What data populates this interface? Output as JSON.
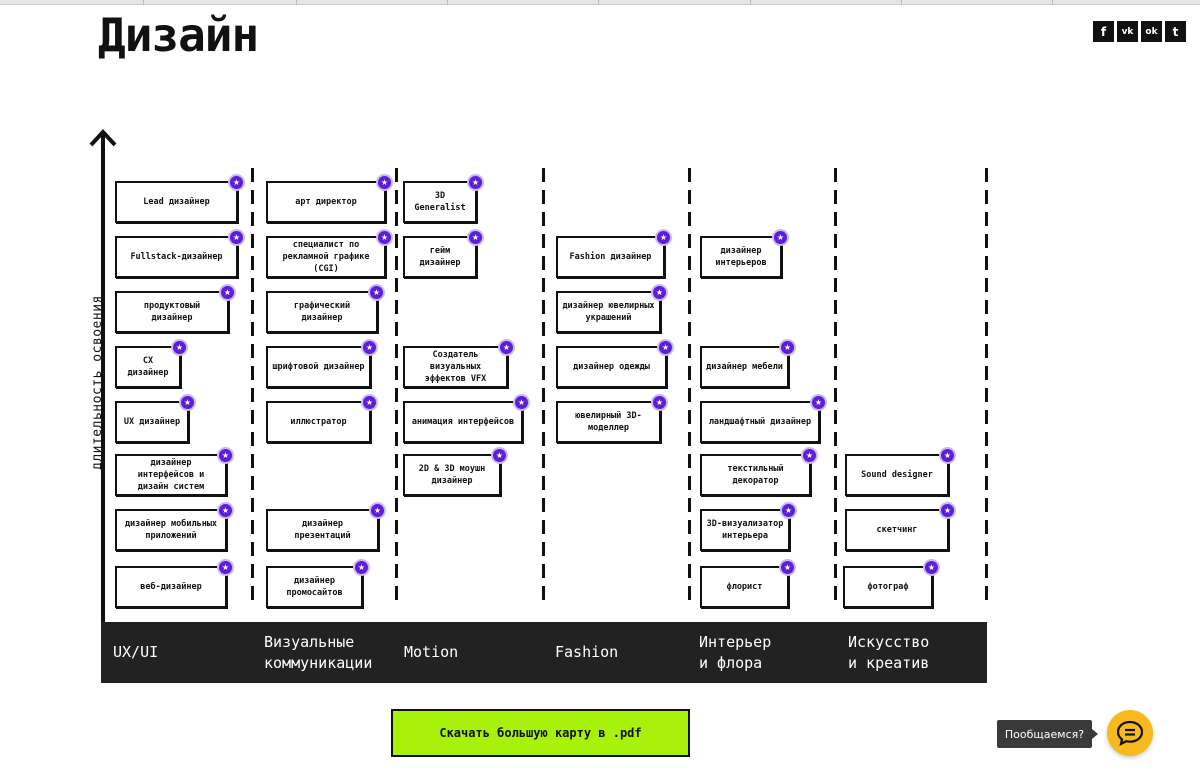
{
  "page": {
    "title": "Дизайн"
  },
  "social": [
    {
      "name": "facebook",
      "glyph": "f"
    },
    {
      "name": "vk",
      "glyph": "vk"
    },
    {
      "name": "odnoklassniki",
      "glyph": "ok"
    },
    {
      "name": "twitter",
      "glyph": "t"
    }
  ],
  "axis": {
    "ylabel": "длительность освоения"
  },
  "categories": [
    "UX/UI",
    "Визуальные\nкоммуникации",
    "Motion",
    "Fashion",
    "Интерьер\nи флора",
    "Искусство\nи креатив"
  ],
  "cards": {
    "uxui": [
      "Lead дизайнер",
      "Fullstack-дизайнер",
      "продуктовый дизайнер",
      "CX дизайнер",
      "UX дизайнер",
      "дизайнер интерфейсов и дизайн систем",
      "дизайнер мобильных приложений",
      "веб-дизайнер"
    ],
    "visual": [
      "арт директор",
      "специалист по рекламной графике (CGI)",
      "графический дизайнер",
      "шрифтовой дизайнер",
      "иллюстратор",
      "дизайнер презентаций",
      "дизайнер промосайтов"
    ],
    "motion": [
      "3D Generalist",
      "гейм дизайнер",
      "Создатель визуальных эффектов VFX",
      "анимация интерфейсов",
      "2D & 3D моушн дизайнер"
    ],
    "fashion": [
      "Fashion дизайнер",
      "дизайнер ювелирных украшений",
      "дизайнер одежды",
      "ювелирный 3D-моделлер"
    ],
    "interior": [
      "дизайнер интерьеров",
      "дизайнер мебели",
      "ландшафтный дизайнер",
      "текстильный декоратор",
      "3D-визуализатор интерьера",
      "флорист"
    ],
    "art": [
      "Sound designer",
      "скетчинг",
      "фотограф"
    ]
  },
  "star_glyph": "★",
  "download": {
    "label": "Скачать большую карту в .pdf"
  },
  "chat": {
    "tooltip": "Пообщаемся?",
    "icon": "chat-bubble-icon"
  },
  "colors": {
    "accent_purple": "#5a1fd6",
    "download_green": "#a8f10a",
    "chat_yellow": "#f7b91c",
    "category_bar": "#222222"
  }
}
